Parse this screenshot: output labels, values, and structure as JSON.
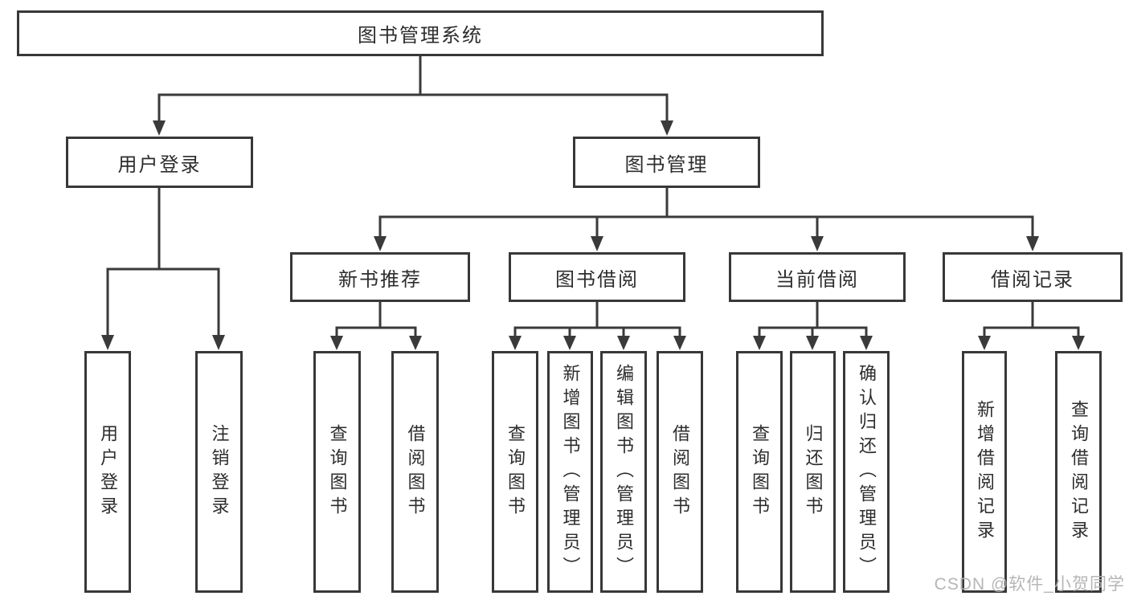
{
  "tree": {
    "label": "图书管理系统",
    "children": [
      {
        "label": "用户登录",
        "children": [
          {
            "label": "用户登录"
          },
          {
            "label": "注销登录"
          }
        ]
      },
      {
        "label": "图书管理",
        "children": [
          {
            "label": "新书推荐",
            "children": [
              {
                "label": "查询图书"
              },
              {
                "label": "借阅图书"
              }
            ]
          },
          {
            "label": "图书借阅",
            "children": [
              {
                "label": "查询图书"
              },
              {
                "label": "新增图书（管理员）"
              },
              {
                "label": "编辑图书（管理员）"
              },
              {
                "label": "借阅图书"
              }
            ]
          },
          {
            "label": "当前借阅",
            "children": [
              {
                "label": "查询图书"
              },
              {
                "label": "归还图书"
              },
              {
                "label": "确认归还（管理员）"
              }
            ]
          },
          {
            "label": "借阅记录",
            "children": [
              {
                "label": "新增借阅记录"
              },
              {
                "label": "查询借阅记录"
              }
            ]
          }
        ]
      }
    ]
  },
  "watermark": {
    "text": "CSDN @软件_小贺同学"
  },
  "colors": {
    "line": "#3a3a3a",
    "box_border": "#383838",
    "text": "#2d2d2d",
    "background": "#ffffff",
    "watermark": "#b2b2b2"
  }
}
